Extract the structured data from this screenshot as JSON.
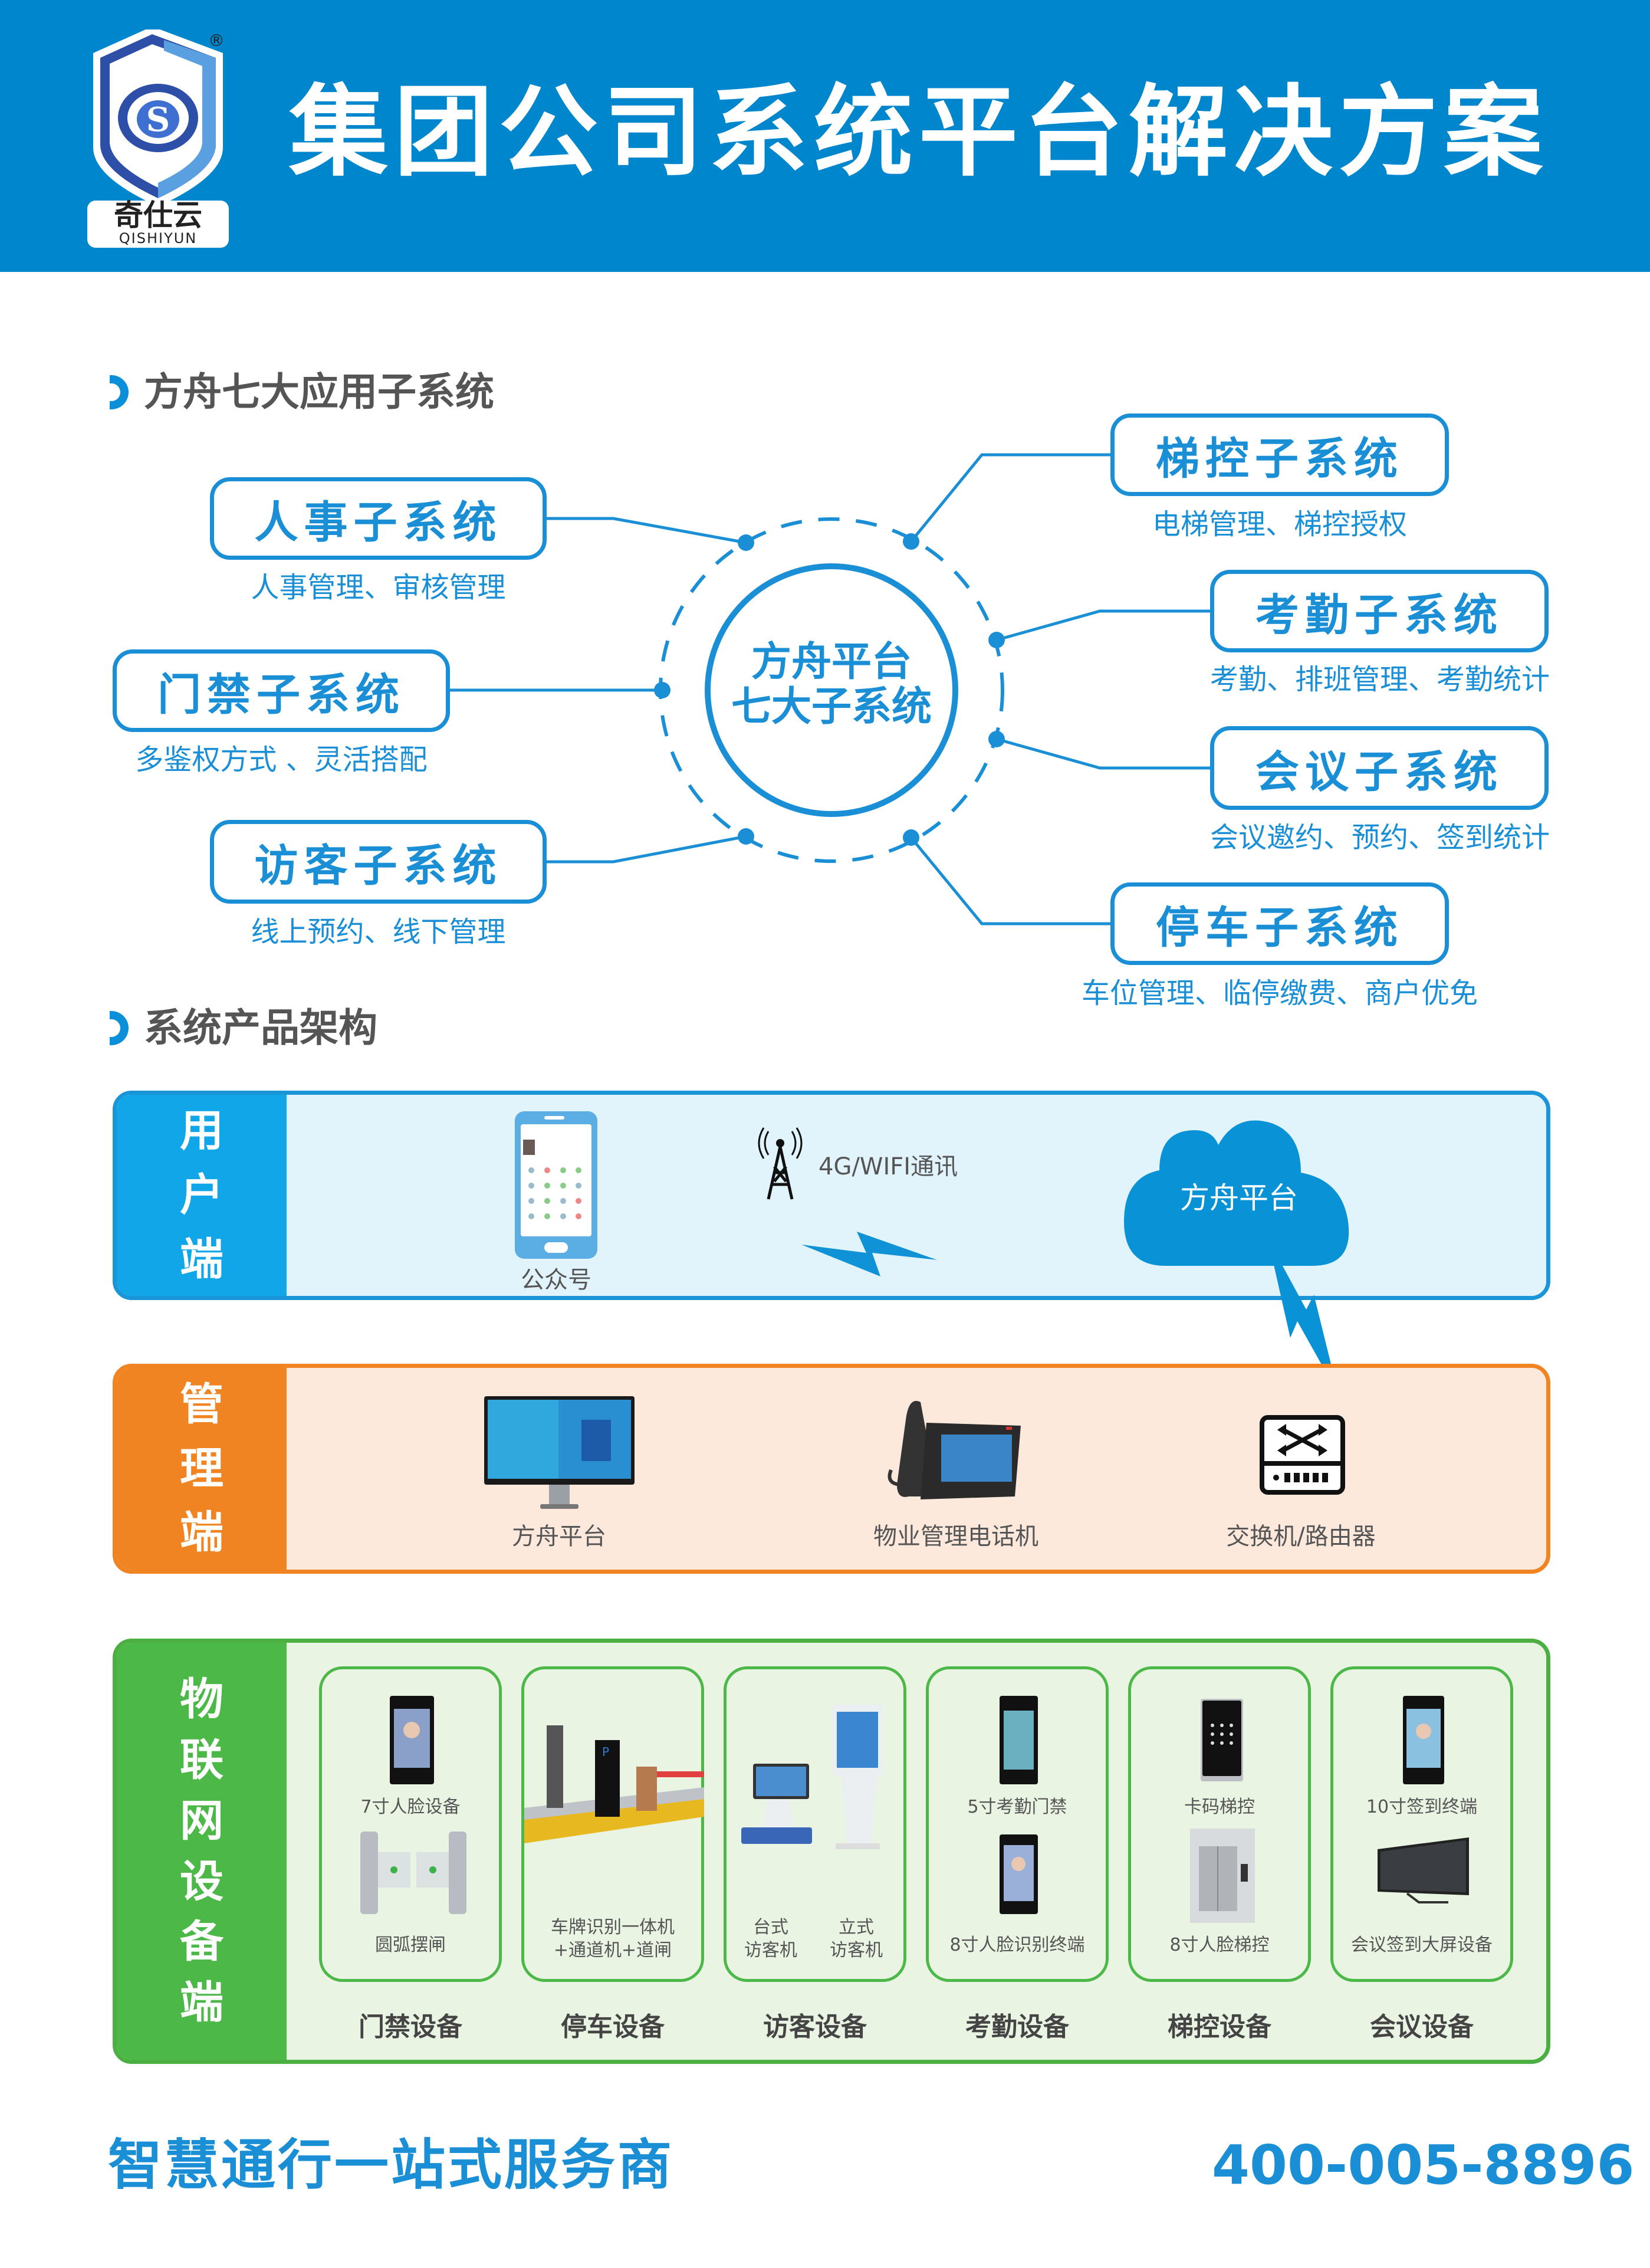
{
  "header": {
    "brand_cn": "奇仕云",
    "brand_en": "QISHIYUN",
    "registered_mark": "®",
    "title": "集团公司系统平台解决方案",
    "background_color": "#0086cc"
  },
  "subsystems_section": {
    "title": "方舟七大应用子系统",
    "center": {
      "line1": "方舟平台",
      "line2": "七大子系统"
    },
    "items": [
      {
        "name": "人事子系统",
        "desc": "人事管理、审核管理",
        "side": "left"
      },
      {
        "name": "门禁子系统",
        "desc": "多鉴权方式 、灵活搭配",
        "side": "left"
      },
      {
        "name": "访客子系统",
        "desc": "线上预约、线下管理",
        "side": "left"
      },
      {
        "name": "梯控子系统",
        "desc": "电梯管理、梯控授权",
        "side": "right"
      },
      {
        "name": "考勤子系统",
        "desc": "考勤、排班管理、考勤统计",
        "side": "right"
      },
      {
        "name": "会议子系统",
        "desc": "会议邀约、预约、签到统计",
        "side": "right"
      },
      {
        "name": "停车子系统",
        "desc": "车位管理、临停缴费、商户优免",
        "side": "right"
      }
    ],
    "accent_color": "#1a8fd6"
  },
  "architecture_section": {
    "title": "系统产品架构",
    "user_tier": {
      "label_chars": [
        "用",
        "户",
        "端"
      ],
      "color": "#10a6e8",
      "phone_label": "公众号",
      "network_label": "4G/WIFI通讯",
      "cloud_label": "方舟平台"
    },
    "management_tier": {
      "label_chars": [
        "管",
        "理",
        "端"
      ],
      "color": "#f08322",
      "devices": [
        {
          "label": "方舟平台",
          "icon": "monitor-icon"
        },
        {
          "label": "物业管理电话机",
          "icon": "desk-phone-icon"
        },
        {
          "label": "交换机/路由器",
          "icon": "switch-router-icon"
        }
      ]
    },
    "iot_tier": {
      "label_chars": [
        "物",
        "联",
        "网",
        "设",
        "备",
        "端"
      ],
      "color": "#4cb848",
      "groups": [
        {
          "category": "门禁设备",
          "devices": [
            "7寸人脸设备",
            "圆弧摆闸"
          ]
        },
        {
          "category": "停车设备",
          "devices": [
            "车牌识别一体机\n+通道机+道闸"
          ]
        },
        {
          "category": "访客设备",
          "devices": [
            "台式\n访客机",
            "立式\n访客机"
          ]
        },
        {
          "category": "考勤设备",
          "devices": [
            "5寸考勤门禁",
            "8寸人脸识别终端"
          ]
        },
        {
          "category": "梯控设备",
          "devices": [
            "卡码梯控",
            "8寸人脸梯控"
          ]
        },
        {
          "category": "会议设备",
          "devices": [
            "10寸签到终端",
            "会议签到大屏设备"
          ]
        }
      ]
    }
  },
  "footer": {
    "slogan": "智慧通行一站式服务商",
    "phone": "400-005-8896"
  }
}
